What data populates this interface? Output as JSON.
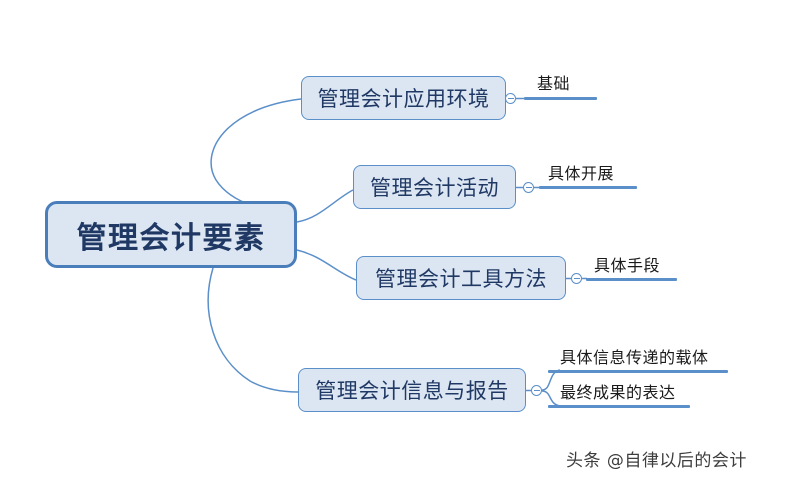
{
  "diagram": {
    "type": "mind-map",
    "root": {
      "label": "管理会计要素"
    },
    "branches": [
      {
        "label": "管理会计应用环境",
        "marker": "collapse-marker-icon",
        "leaves": [
          "基础"
        ]
      },
      {
        "label": "管理会计活动",
        "marker": "collapse-marker-icon",
        "leaves": [
          "具体开展"
        ]
      },
      {
        "label": "管理会计工具方法",
        "marker": "collapse-marker-icon",
        "leaves": [
          "具体手段"
        ]
      },
      {
        "label": "管理会计信息与报告",
        "marker": "collapse-marker-icon",
        "leaves": [
          "具体信息传递的载体",
          "最终成果的表达"
        ]
      }
    ]
  },
  "watermark": {
    "text": "头条 @自律以后的会计"
  },
  "colors": {
    "node_fill": "#dce6f2",
    "node_border": "#5b8fc9",
    "root_border": "#4a7ebb",
    "node_text": "#1f3864",
    "leaf_text": "#1a1a1a",
    "connector": "#5b8fc9",
    "background": "#ffffff"
  }
}
